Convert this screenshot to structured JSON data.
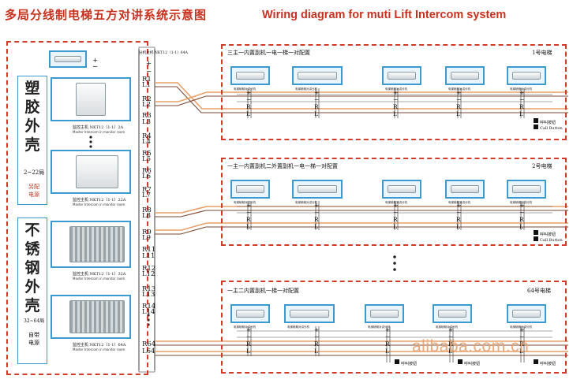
{
  "title_cn": "多局分线制电梯五方对讲系统示意图",
  "title_en": "Wiring diagram for muti Lift Intercom system",
  "left_panel": {
    "top_host_label": "分机主机 NKT12（1-1）64A",
    "plastic": {
      "text": [
        "塑",
        "胶",
        "外",
        "壳"
      ],
      "range": "2~22局",
      "power": [
        "另配",
        "电源"
      ]
    },
    "host1": {
      "cn": "监控主机 NKT12（1-1）2A",
      "en": "Master Intercom in monitor room"
    },
    "host2": {
      "cn": "监控主机 NKT12（1-1）22A",
      "en": "Master Intercom in monitor room"
    },
    "steel": {
      "text": [
        "不",
        "锈",
        "钢",
        "外",
        "壳"
      ],
      "range": "32~64局",
      "power": [
        "自带",
        "电源"
      ]
    },
    "host3": {
      "cn": "监控主机 NKT12（1-1）32A",
      "en": "Master Intercom in monitor room"
    },
    "host4": {
      "cn": "监控主机 NKT12（1-1）64A",
      "en": "Master Intercom in monitor room"
    }
  },
  "terminals": [
    "R1",
    "L1",
    "R2",
    "L2",
    "R3",
    "L3",
    "R4",
    "L4",
    "R5",
    "L5",
    "R6",
    "L6",
    "R7",
    "L7",
    "R8",
    "L8",
    "R9",
    "L9",
    "R11",
    "L11",
    "R12",
    "L12",
    "R13",
    "L13",
    "R14",
    "L14",
    "R64",
    "L64"
  ],
  "wire_labels": {
    "plus": "+",
    "minus": "−",
    "r": "R",
    "l": "L"
  },
  "panels": [
    {
      "name": "1号电梯",
      "header": "三主一内置副机一电一梯一对配置"
    },
    {
      "name": "2号电梯",
      "header": "一主一内置副机二外置副机一电一梯一对配置"
    },
    {
      "name": "64号电梯",
      "header": "一主二内置副机一梯一对配置"
    }
  ],
  "device_caption": "电梯轿厢对讲分机",
  "call_button": "呼叫按钮",
  "call_button_en": "Call Button",
  "watermark": "alibaba.com.cn",
  "colors": {
    "accent": "#c8311d",
    "dash": "#d23b2a",
    "device_border": "#3c9ad0",
    "wire_orange": "#e9a06a",
    "wire_dark": "#7a4a35"
  }
}
